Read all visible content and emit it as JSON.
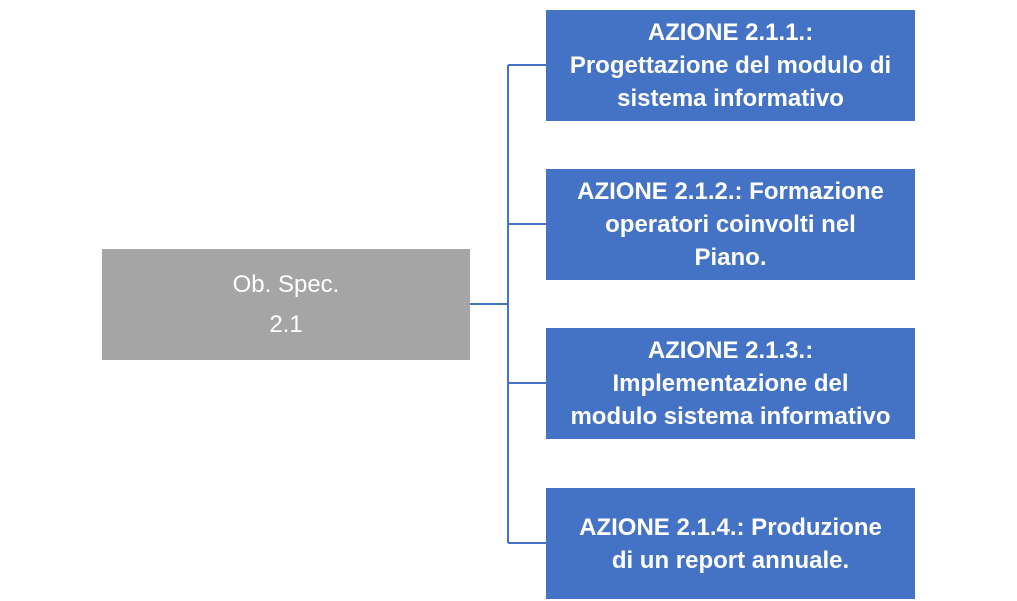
{
  "diagram": {
    "root": {
      "line1": "Ob. Spec.",
      "line2": "2.1"
    },
    "actions": [
      {
        "label": "AZIONE 2.1.1.:\nProgettazione del modulo di\nsistema informativo"
      },
      {
        "label": "AZIONE 2.1.2.: Formazione\noperatori coinvolti nel\nPiano."
      },
      {
        "label": "AZIONE 2.1.3.:\nImplementazione del\nmodulo sistema informativo"
      },
      {
        "label": "AZIONE 2.1.4.: Produzione\ndi un report annuale."
      }
    ],
    "colors": {
      "root_fill": "#a5a5a5",
      "action_fill": "#4472c4",
      "connector": "#4472c4",
      "text": "#ffffff"
    }
  }
}
